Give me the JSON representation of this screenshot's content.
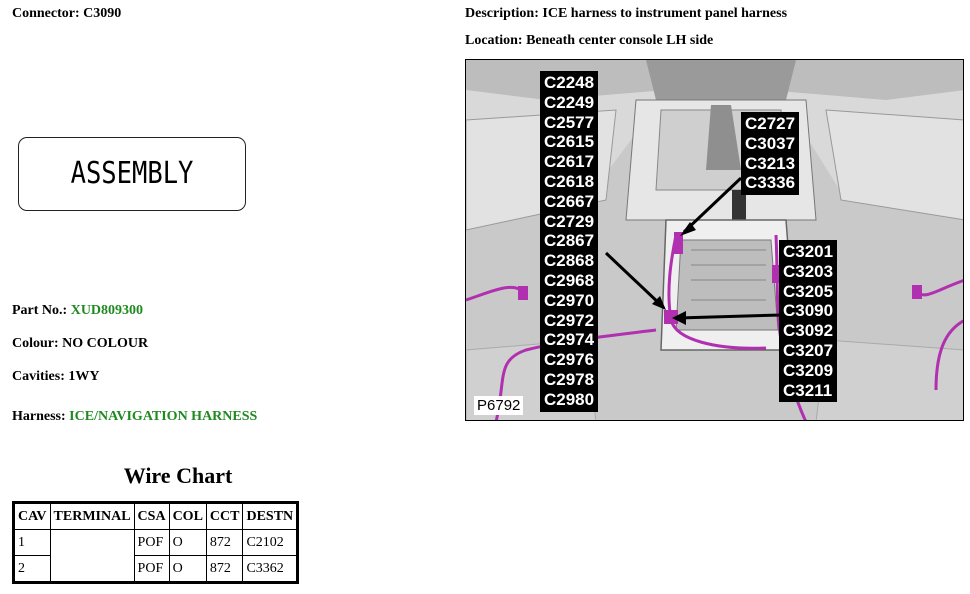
{
  "connector": {
    "label": "Connector:",
    "value": "C3090"
  },
  "description": {
    "label": "Description:",
    "value": "ICE harness to instrument panel harness"
  },
  "location": {
    "label": "Location:",
    "value": "Beneath center console LH side"
  },
  "assembly_text": "ASSEMBLY",
  "part_no": {
    "label": "Part No.:",
    "value": "XUD809300"
  },
  "colour": {
    "label": "Colour:",
    "value": "NO COLOUR"
  },
  "cavities": {
    "label": "Cavities:",
    "value": "1WY"
  },
  "harness": {
    "label": "Harness:",
    "value": "ICE/NAVIGATION HARNESS"
  },
  "wire_chart": {
    "title": "Wire Chart",
    "headers": [
      "CAV",
      "TERMINAL",
      "CSA",
      "COL",
      "CCT",
      "DESTN"
    ],
    "rows": [
      {
        "cav": "1",
        "terminal": "",
        "csa": "POF",
        "col": "O",
        "cct": "872",
        "destn": "C2102"
      },
      {
        "cav": "2",
        "terminal": "",
        "csa": "POF",
        "col": "O",
        "cct": "872",
        "destn": "C3362"
      }
    ]
  },
  "photo": {
    "picture_id": "P6792",
    "left_codes": [
      "C2248",
      "C2249",
      "C2577",
      "C2615",
      "C2617",
      "C2618",
      "C2667",
      "C2729",
      "C2867",
      "C2868",
      "C2968",
      "C2970",
      "C2972",
      "C2974",
      "C2976",
      "C2978",
      "C2980"
    ],
    "top_codes": [
      "C2727",
      "C3037",
      "C3213",
      "C3336"
    ],
    "right_codes": [
      "C3201",
      "C3203",
      "C3205",
      "C3090",
      "C3092",
      "C3207",
      "C3209",
      "C3211"
    ]
  },
  "colors": {
    "green_value": "#1f8a1f",
    "harness_wire": "#b030b0"
  }
}
